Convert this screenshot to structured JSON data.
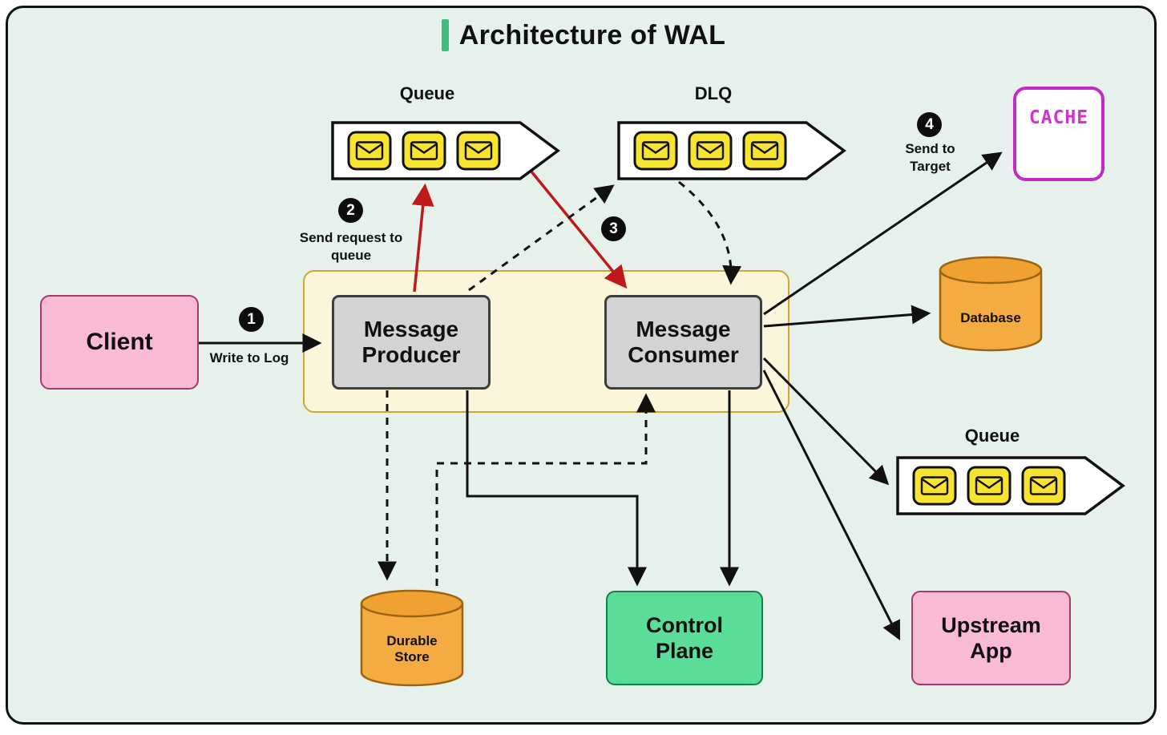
{
  "title": "Architecture of WAL",
  "nodes": {
    "client": "Client",
    "producer": "Message Producer",
    "consumer": "Message Consumer",
    "control_plane": "Control Plane",
    "upstream_app": "Upstream App",
    "cache": "CACHE",
    "database": "Database",
    "durable_store": "Durable Store"
  },
  "queues": {
    "top": "Queue",
    "dlq": "DLQ",
    "right": "Queue"
  },
  "steps": {
    "s1": {
      "num": "1",
      "caption": "Write to Log"
    },
    "s2": {
      "num": "2",
      "caption": "Send request to queue"
    },
    "s3": {
      "num": "3",
      "caption": ""
    },
    "s4": {
      "num": "4",
      "caption": "Send to Target"
    }
  },
  "colors": {
    "background": "#E7F1EC",
    "accent_green": "#3EBE7E",
    "pink_node": "#F9BAD6",
    "wal_panel": "#FBF6DB",
    "wal_border": "#CDA72E",
    "gray_node": "#D3D3D3",
    "green_node": "#5ADD98",
    "orange_cylinder": "#F4AC42",
    "magenta_cache": "#C32BC7",
    "red_arrow": "#BF1A1A",
    "envelope_yellow": "#F7E431"
  }
}
